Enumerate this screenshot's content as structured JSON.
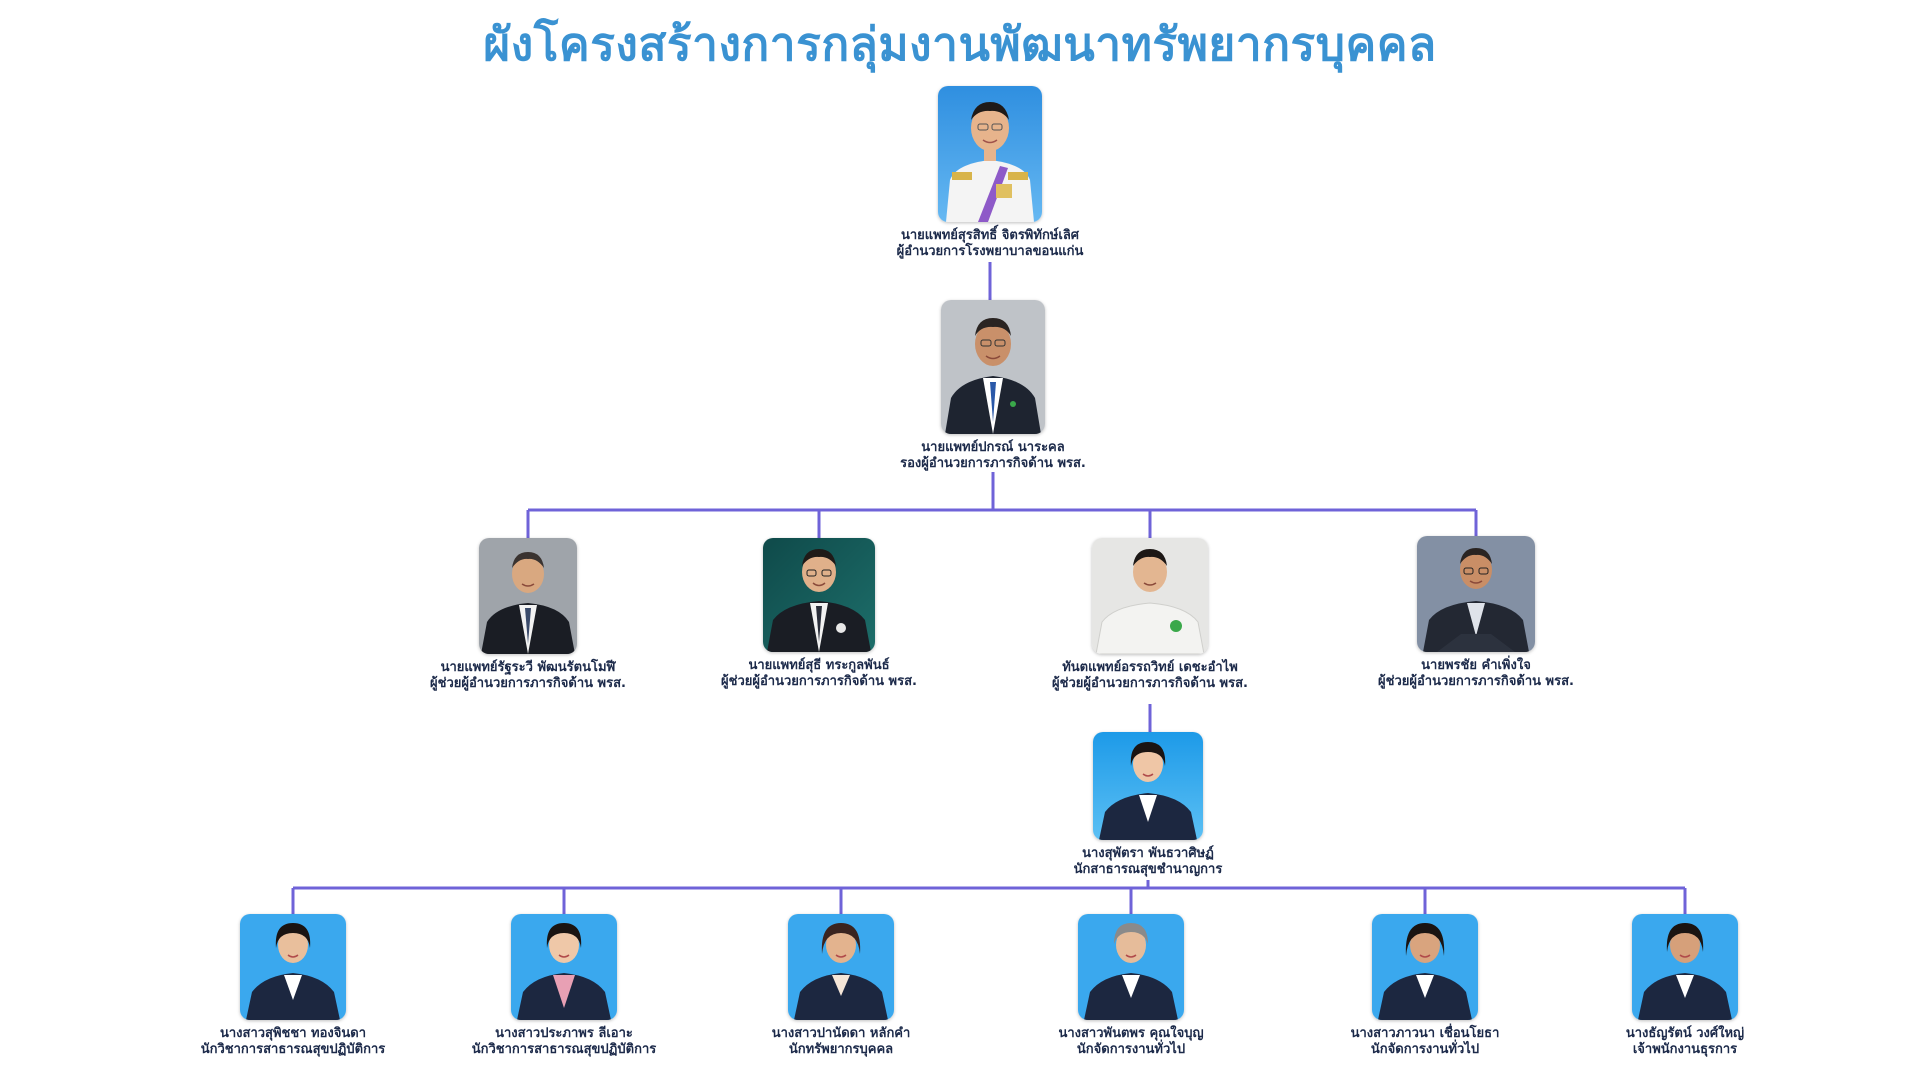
{
  "title": "ผังโครงสร้างการกลุ่มงานพัฒนาทรัพยากรบุคคล",
  "colors": {
    "title": "#3a92d2",
    "connector": "#6f63d8",
    "text": "#1c2a4a"
  },
  "nodes": {
    "director": {
      "name": "นายแพทย์สุรสิทธิ์ จิตรพิทักษ์เลิศ",
      "position": "ผู้อำนวยการโรงพยาบาลขอนแก่น"
    },
    "deputy": {
      "name": "นายแพทย์ปกรณ์ นาระคล",
      "position": "รองผู้อำนวยการภารกิจด้าน พรส."
    },
    "assistants": [
      {
        "name": "นายแพทย์รัฐระวี พัฒนรัตนโมฬี",
        "position": "ผู้ช่วยผู้อำนวยการภารกิจด้าน พรส."
      },
      {
        "name": "นายแพทย์สุธี ทระกูลพันธ์",
        "position": "ผู้ช่วยผู้อำนวยการภารกิจด้าน พรส."
      },
      {
        "name": "ทันตแพทย์อรรถวิทย์ เดชะอำไพ",
        "position": "ผู้ช่วยผู้อำนวยการภารกิจด้าน พรส."
      },
      {
        "name": "นายพรชัย คำเพิ่งใจ",
        "position": "ผู้ช่วยผู้อำนวยการภารกิจด้าน พรส."
      }
    ],
    "head": {
      "name": "นางสุพัตรา พันธวาศิษฏ์",
      "position": "นักสาธารณสุขชำนาญการ"
    },
    "staff": [
      {
        "name": "นางสาวสุพิชชา ทองจินดา",
        "position": "นักวิชาการสาธารณสุขปฏิบัติการ"
      },
      {
        "name": "นางสาวประภาพร ลีเอาะ",
        "position": "นักวิชาการสาธารณสุขปฏิบัติการ"
      },
      {
        "name": "นางสาวปานัดดา หลักคำ",
        "position": "นักทรัพยากรบุคคล"
      },
      {
        "name": "นางสาวพันตพร คุณใจบุญ",
        "position": "นักจัดการงานทั่วไป"
      },
      {
        "name": "นางสาวภาวนา เชื่อนโยธา",
        "position": "นักจัดการงานทั่วไป"
      },
      {
        "name": "นางธัญรัตน์ วงศ์ใหญ่",
        "position": "เจ้าพนักงานธุรการ"
      }
    ]
  }
}
